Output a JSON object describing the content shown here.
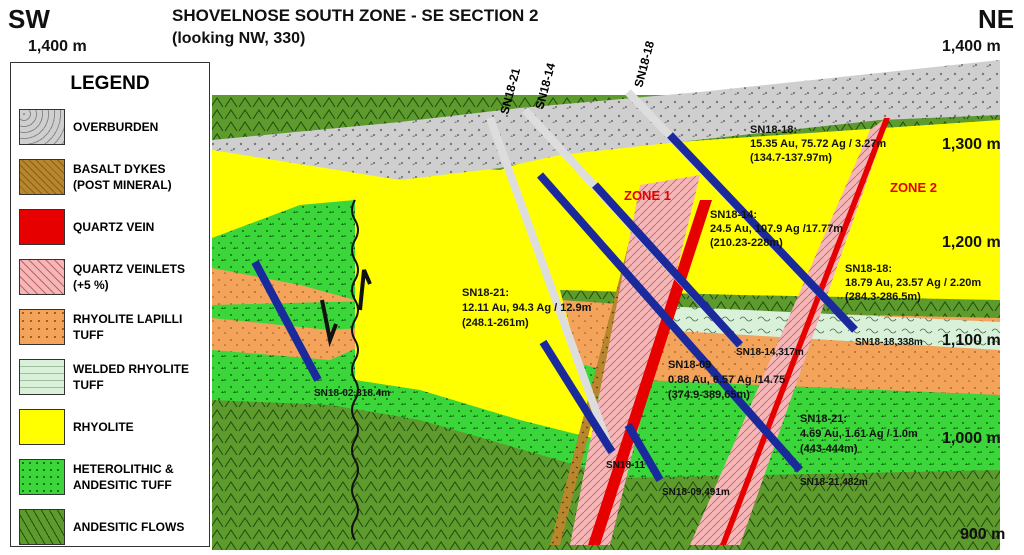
{
  "header": {
    "title_line1": "SHOVELNOSE SOUTH ZONE - SE SECTION 2",
    "title_line2": "(looking NW, 330)",
    "dir_left": "SW",
    "dir_right": "NE"
  },
  "elevations": {
    "left_top": "1,400 m",
    "right": [
      "1,400 m",
      "1,300 m",
      "1,200 m",
      "1,100 m",
      "1,000 m",
      "900 m"
    ]
  },
  "legend": {
    "title": "LEGEND",
    "items": [
      {
        "label": "OVERBURDEN",
        "color": "#c9c9c9"
      },
      {
        "label": "BASALT DYKES\n(POST MINERAL)",
        "color": "#b8862c"
      },
      {
        "label": "QUARTZ VEIN",
        "color": "#e60000"
      },
      {
        "label": "QUARTZ VEINLETS\n(+5 %)",
        "color": "#f4b6b6"
      },
      {
        "label": "RHYOLITE LAPILLI\nTUFF",
        "color": "#f3a45a"
      },
      {
        "label": "WELDED RHYOLITE\nTUFF",
        "color": "#d9f1d9"
      },
      {
        "label": "RHYOLITE",
        "color": "#ffff00"
      },
      {
        "label": "HETEROLITHIC &\nANDESITIC TUFF",
        "color": "#3ad63a"
      },
      {
        "label": "ANDESITIC FLOWS",
        "color": "#5d9b2d"
      }
    ]
  },
  "zones": [
    "ZONE 1",
    "ZONE 2"
  ],
  "drill_holes": [
    "SN18-21",
    "SN18-14",
    "SN18-18"
  ],
  "annotations": [
    {
      "hole": "SN18-18:",
      "line1": "15.35 Au, 75.72 Ag / 3.27m",
      "line2": "(134.7-137.97m)"
    },
    {
      "hole": "SN18-14:",
      "line1": "24.5 Au, 107.9 Ag /17.77m",
      "line2": "(210.23-228m)"
    },
    {
      "hole": "SN18-18:",
      "line1": "18.79 Au, 23.57 Ag / 2.20m",
      "line2": "(284.3-286.5m)"
    },
    {
      "hole": "SN18-21:",
      "line1": "12.11 Au, 94.3 Ag / 12.9m",
      "line2": "(248.1-261m)"
    },
    {
      "hole": "SN18-09",
      "line1": "0.88 Au, 6.57 Ag /14.75",
      "line2": "(374.9-389.65m)"
    },
    {
      "hole": "SN18-21:",
      "line1": "4.69 Au, 1.61 Ag / 1.0m",
      "line2": "(443-444m)"
    }
  ],
  "hole_ends": [
    "SN18-14,317m",
    "SN18-18,338m",
    "SN18-02,318.4m",
    "SN18-11",
    "SN18-09,491m",
    "SN18-21,482m"
  ]
}
